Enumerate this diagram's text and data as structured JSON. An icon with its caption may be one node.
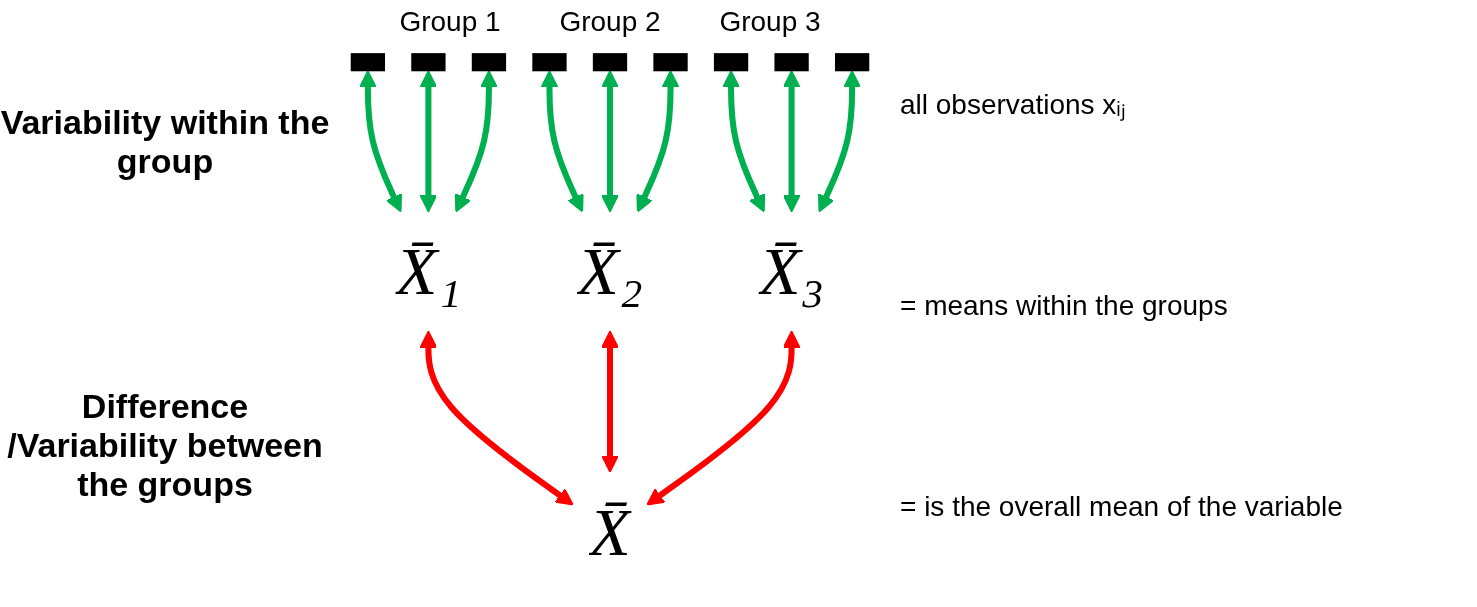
{
  "diagram": {
    "nodes": [
      {
        "text": [],
        "shape": "bar"
      },
      {
        "text": [],
        "shape": "bar"
      },
      {
        "text": [],
        "shape": "bar"
      },
      {
        "text": [],
        "shape": "bar"
      },
      {
        "text": [],
        "shape": "bar"
      },
      {
        "text": [],
        "shape": "bar"
      },
      {
        "text": [],
        "shape": "bar"
      },
      {
        "text": [],
        "shape": "bar"
      },
      {
        "text": [],
        "shape": "bar"
      },
      {
        "text": [
          "X̄₁"
        ]
      },
      {
        "text": [
          "X̄₂"
        ]
      },
      {
        "text": [
          "X̄₃"
        ]
      },
      {
        "text": [
          "X̄"
        ]
      }
    ],
    "edges": [
      {
        "from": 0,
        "to": 9,
        "arrow": "both"
      },
      {
        "from": 1,
        "to": 9,
        "arrow": "both"
      },
      {
        "from": 2,
        "to": 9,
        "arrow": "both"
      },
      {
        "from": 3,
        "to": 10,
        "arrow": "both"
      },
      {
        "from": 4,
        "to": 10,
        "arrow": "both"
      },
      {
        "from": 5,
        "to": 10,
        "arrow": "both"
      },
      {
        "from": 6,
        "to": 11,
        "arrow": "both"
      },
      {
        "from": 7,
        "to": 11,
        "arrow": "both"
      },
      {
        "from": 8,
        "to": 11,
        "arrow": "both"
      },
      {
        "from": 9,
        "to": 12,
        "arrow": "both",
        "color": "#ff0000"
      },
      {
        "from": 10,
        "to": 12,
        "arrow": "both",
        "color": "#ff0000"
      },
      {
        "from": 11,
        "to": 12,
        "arrow": "both",
        "color": "#ff0000"
      }
    ],
    "labels": [
      "Group 1",
      "Group 2",
      "Group 3",
      "all observations xᵢⱼ",
      "Variability within the group",
      "= means within the groups",
      "Difference /Variability between the groups",
      "= is the overall mean of the variable"
    ]
  }
}
